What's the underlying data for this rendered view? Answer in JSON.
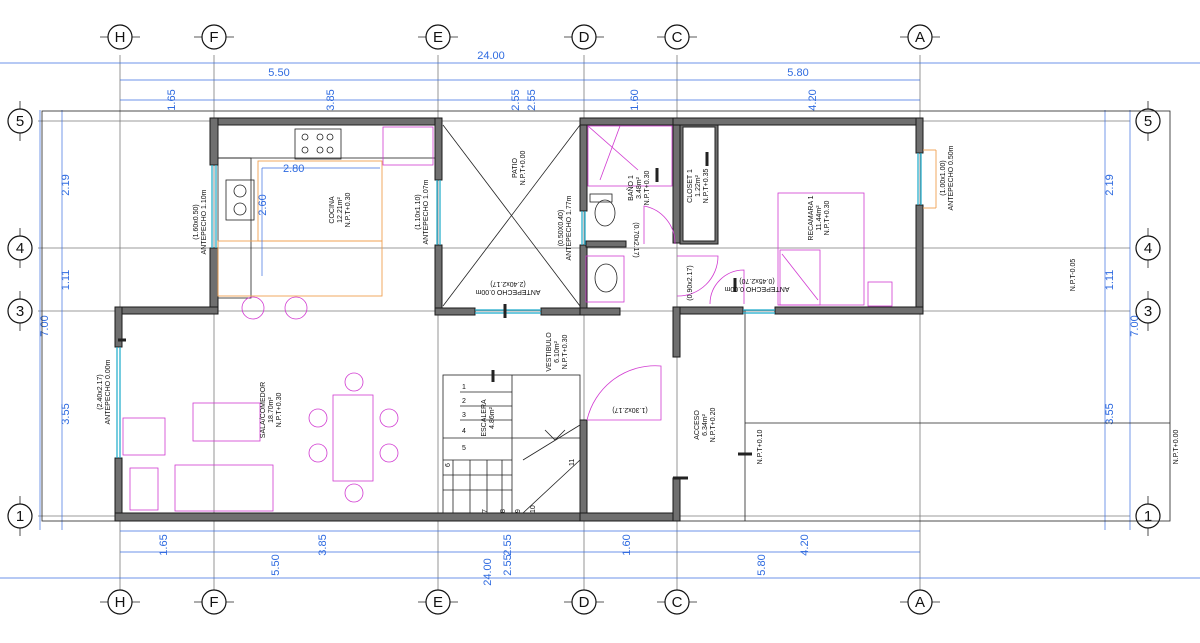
{
  "axes": {
    "columns": [
      "H",
      "F",
      "E",
      "D",
      "C",
      "A"
    ],
    "rows": [
      "5",
      "4",
      "3",
      "1"
    ]
  },
  "dimensions": {
    "total_width": "24.00",
    "sub_mid": [
      "5.50",
      "2.55",
      "5.80"
    ],
    "sub_low": [
      "1.65",
      "3.85",
      "2.55",
      "1.60",
      "4.20"
    ],
    "left_rows": [
      "2.19",
      "1.11",
      "3.55"
    ],
    "total_depth": "7.00",
    "right_rows": [
      "2.19",
      "1.11",
      "3.55"
    ],
    "kitchen_inner": [
      "2.80",
      "2.60"
    ]
  },
  "rooms": {
    "cocina": [
      "COCINA",
      "12.21m²",
      "N.P.T+0.30"
    ],
    "patio": [
      "PATIO",
      "N.P.T+0.00"
    ],
    "bano": [
      "BAÑO 1",
      "3.48m²",
      "N.P.T+0.30"
    ],
    "closet": [
      "CLOSET 1",
      "1.22m²",
      "N.P.T+0.35"
    ],
    "recamara": [
      "RECAMARA 1",
      "11.44m²",
      "N.P.T+0.30"
    ],
    "sala": [
      "SALA/COMEDOR",
      "18.70m²",
      "N.P.T+0.30"
    ],
    "vestibulo": [
      "VESTIBULO",
      "6.10m²",
      "N.P.T+0.30"
    ],
    "escalera": [
      "ESCALERA",
      "4.86m²"
    ],
    "acceso": [
      "ACCESO",
      "6.34m²",
      "N.P.T+0.20"
    ]
  },
  "openings": {
    "win_kitchen_left": [
      "(1.60x0.50)",
      "ANTEPECHO 1.10m"
    ],
    "win_kitchen_right": [
      "(1.10x1.10)",
      "ANTEPECHO 1.07m"
    ],
    "win_patio_right": [
      "(0.50X0.40)",
      "ANTEPECHO 1.77m"
    ],
    "win_patio_bottom": [
      "ANTEPECHO 0.00m",
      "(2.40x2.17)"
    ],
    "win_recamara": [
      "(1.00x1.00)",
      "ANTEPECHO 0.50m"
    ],
    "win_sala": [
      "(2.40x2.17)",
      "ANTEPECHO 0.00m"
    ],
    "door_bath": "(0.70x2.17)",
    "door_hall": "(0.90x2.17)",
    "door_rec": [
      "ANTEPECHO 0.00m",
      "(0.45x2.70)"
    ],
    "door_entry": "(1.30x2.17)"
  },
  "levels": {
    "npt_005": "N.P.T-0.05",
    "npt_010": "N.P.T+0.10",
    "npt_000": "N.P.T+0.00"
  },
  "stairs": [
    "1",
    "2",
    "3",
    "4",
    "5",
    "6",
    "7",
    "8",
    "9",
    "10",
    "11"
  ]
}
